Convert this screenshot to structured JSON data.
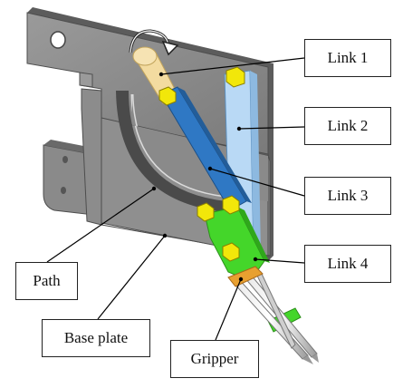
{
  "diagram": {
    "labels": {
      "link1": "Link 1",
      "link2": "Link 2",
      "link3": "Link 3",
      "link4": "Link 4",
      "path": "Path",
      "base_plate": "Base plate",
      "gripper": "Gripper"
    },
    "colors": {
      "plate": "#8e8e8e",
      "plate_dark": "#5c5c5c",
      "link1": "#f3dba0",
      "link2": "#b9d9f5",
      "link3": "#2f78c4",
      "link4": "#44d62a",
      "joint": "#f2e70a",
      "gripper_rod": "#c8c8c8",
      "gripper_collar": "#e8a030"
    }
  }
}
